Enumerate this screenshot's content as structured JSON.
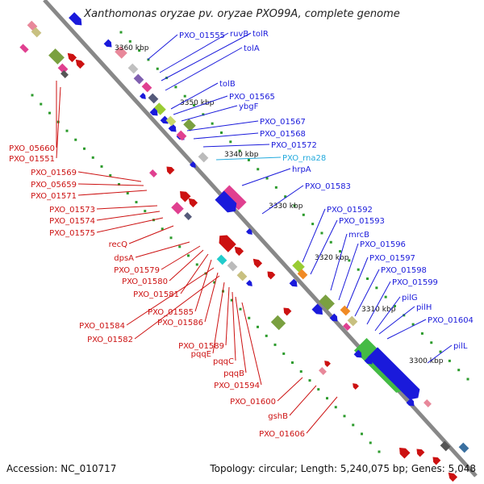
{
  "title": "Xanthomonas oryzae pv. oryzae PXO99A, complete genome",
  "accession": "Accession: NC_010717",
  "topology": "Topology: circular; Length: 5,240,075 bp; Genes: 5,048",
  "colors": {
    "forward": "#1a1adb",
    "reverse": "#cc1111",
    "rna": "#22aadd",
    "backbone": "#888888"
  },
  "ticks": [
    "3360 kbp",
    "3350 kbp",
    "3340 kbp",
    "3330 kbp",
    "3320 kbp",
    "3310 kbp",
    "3300 kbp"
  ],
  "upper_labels": [
    "PXO_01555",
    "ruvB",
    "tolR",
    "tolA",
    "tolB",
    "PXO_01565",
    "ybgF",
    "PXO_01567",
    "PXO_01568",
    "PXO_01572",
    "PXO_rna28",
    "hrpA",
    "PXO_01583",
    "PXO_01592",
    "PXO_01593",
    "mrcB",
    "PXO_01596",
    "PXO_01597",
    "PXO_01598",
    "PXO_01599",
    "pilG",
    "pilH",
    "PXO_01604",
    "pilL"
  ],
  "lower_labels": [
    "PXO_05660",
    "PXO_01551",
    "PXO_01569",
    "PXO_05659",
    "PXO_01571",
    "PXO_01573",
    "PXO_01574",
    "PXO_01575",
    "recQ",
    "dpsA",
    "PXO_01579",
    "PXO_01580",
    "PXO_01581",
    "PXO_01585",
    "PXO_01584",
    "PXO_01586",
    "PXO_01582",
    "pqqE",
    "PXO_01589",
    "pqqC",
    "pqqB",
    "PXO_01594",
    "PXO_01600",
    "gshB",
    "PXO_01606"
  ]
}
